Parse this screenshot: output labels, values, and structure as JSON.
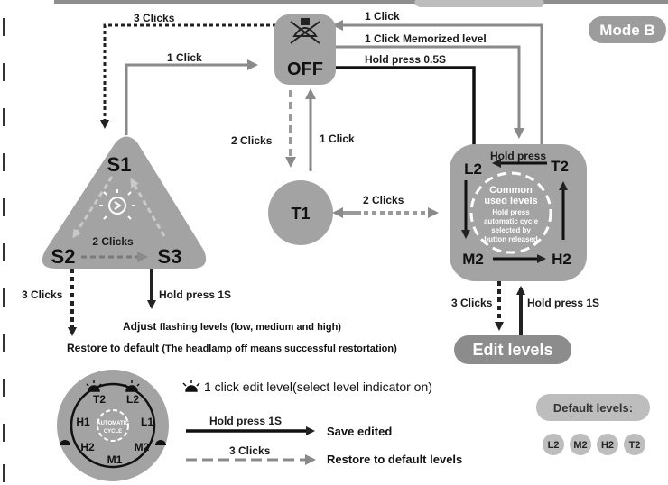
{
  "mode_badge": "Mode B",
  "off_node": {
    "label": "OFF"
  },
  "t1_node": {
    "label": "T1"
  },
  "triangle": {
    "s1": "S1",
    "s2": "S2",
    "s3": "S3",
    "inner_label": "2 Clicks"
  },
  "levels_box": {
    "l2": "L2",
    "t2": "T2",
    "m2": "M2",
    "h2": "H2",
    "hold_label": "Hold press",
    "common_title_1": "Common",
    "common_title_2": "used levels",
    "cycle_1": "Hold press",
    "cycle_2": "automatic cycle",
    "cycle_3": "selected by",
    "cycle_4": "button released"
  },
  "arrows": {
    "s1_to_off": "1 Click",
    "off_to_s1": "3 Clicks",
    "off_to_t1": "2 Clicks",
    "t1_to_off": "1 Click",
    "levels_to_off": "1 Click",
    "off_to_levels_mem": "1 Click Memorized level",
    "off_hold": "Hold press 0.5S",
    "t1_levels": "2 Clicks",
    "s2_down": "3 Clicks",
    "s3_down": "Hold press 1S",
    "levels_down": "3 Clicks",
    "edit_up": "Hold press 1S"
  },
  "notes": {
    "adjust_main": "Adjust ",
    "adjust_rest": "flashing levels (low, medium and high)",
    "restore_main": "Restore to default ",
    "restore_rest": "(The headlamp off means successful restortation)"
  },
  "edit_levels_button": "Edit levels",
  "legend": {
    "indicator_text": "1 click edit level(select level indicator on)",
    "hold_label": "Hold press 1S",
    "save": "Save edited",
    "clicks_label": "3 Clicks",
    "restore": "Restore to default levels"
  },
  "dial": {
    "t2": "T2",
    "l2": "L2",
    "h1": "H1",
    "l1": "L1",
    "h2": "H2",
    "m2": "M2",
    "m1": "M1",
    "center_1": "AUTOMATIC",
    "center_2": "CYCLE"
  },
  "default_levels": {
    "title": "Default levels:",
    "items": [
      "L2",
      "M2",
      "H2",
      "T2"
    ]
  },
  "colors": {
    "node_gray": "#9c9c9c",
    "panel_gray": "#b5b5b5",
    "dark": "#222222",
    "arrow_gray": "#8a8a8a"
  }
}
